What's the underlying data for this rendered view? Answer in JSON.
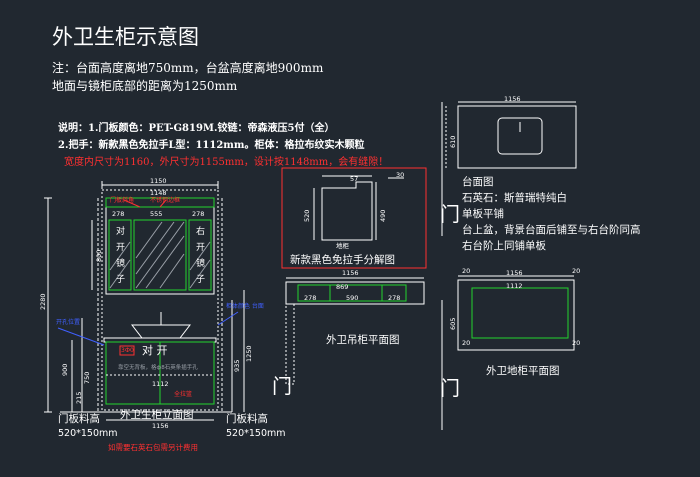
{
  "title": "外卫生柜示意图",
  "notes": {
    "line1": "注：台面高度离地750mm，台盆高度离地900mm",
    "line2": "地面与镜柜底部的距离为1250mm"
  },
  "specs": {
    "line1": "说明：1.门板颜色：PET-G819M.铰链：帝森液压5付（全）",
    "line2": "2.把手：新款黑色免拉手L型：1112mm。柜体：格拉布纹实木颗粒",
    "warning": "宽度内尺寸为1160，外尺寸为1155mm，设计按1148mm，会有缝隙！"
  },
  "elevation": {
    "caption": "外卫生柜立面图",
    "dims": {
      "top_width": "1150",
      "top_width2": "1148",
      "left_278": "278",
      "right_278": "278",
      "mid_555": "555",
      "height_2280": "2280",
      "h_800": "800",
      "h_1250": "1250",
      "h_750": "750",
      "h_900": "900",
      "h_935": "935",
      "h_215": "215",
      "bottom_1112": "1112",
      "bottom_1156": "1156"
    },
    "mirror_labels": {
      "left_top": "对",
      "right_top": "右",
      "left_mid": "开",
      "right_mid": "开",
      "left_low": "镜",
      "right_low": "镜",
      "left_bottom": "子",
      "right_bottom": "子"
    },
    "lower_door_text": "对   开",
    "lower_red_tag": "3Ф0",
    "red_small_top": "门板斜角",
    "red_small_mid": "不锈钢边框",
    "blue_small_left": "开孔位置",
    "blue_small_right": "柜体颜色 台面",
    "red_small_bottom": "全拉篮",
    "gray_note": "靠空无背板，格ф8石英条插手孔",
    "door_material_left": "门板料高\n520*150mm",
    "door_material_right": "门板料高\n520*150mm",
    "door_material_left_l1": "门板料高",
    "door_material_left_l2": "520*150mm",
    "door_material_right_l1": "门板料高",
    "door_material_right_l2": "520*150mm",
    "bottom_warning": "如需要石英石包需另计费用"
  },
  "handle_detail": {
    "caption": "新款黑色免拉手分解图",
    "dims": {
      "w_57": "57",
      "w_30": "30",
      "h_520": "520",
      "h_490": "490",
      "base": "地柜"
    }
  },
  "hanging_plan": {
    "caption": "外卫吊柜平面图",
    "dims": {
      "w_1156": "1156",
      "w_869": "869",
      "d_278a": "278",
      "d_590": "590",
      "d_278b": "278"
    }
  },
  "countertop_plan": {
    "dims": {
      "w_1156": "1156",
      "d_610": "610"
    },
    "notes": {
      "l1": "台面图",
      "l2": "石英石：斯普瑞特纯白",
      "l3": "单板平铺",
      "l4": "台上盆，背景台面后铺至与右台阶同高",
      "l5": "右台阶上同铺单板"
    }
  },
  "floor_plan": {
    "caption": "外卫地柜平面图",
    "dims": {
      "w_1156": "1156",
      "w_1112": "1112",
      "d_605": "605",
      "s_20a": "20",
      "s_20b": "20",
      "s_20c": "20",
      "s_20d": "20"
    }
  },
  "door_glyph": "门",
  "colors": {
    "background": "#212830",
    "line_white": "#ffffff",
    "line_green": "#22d32e",
    "line_red": "#ff3030",
    "line_blue": "#4060ff"
  }
}
